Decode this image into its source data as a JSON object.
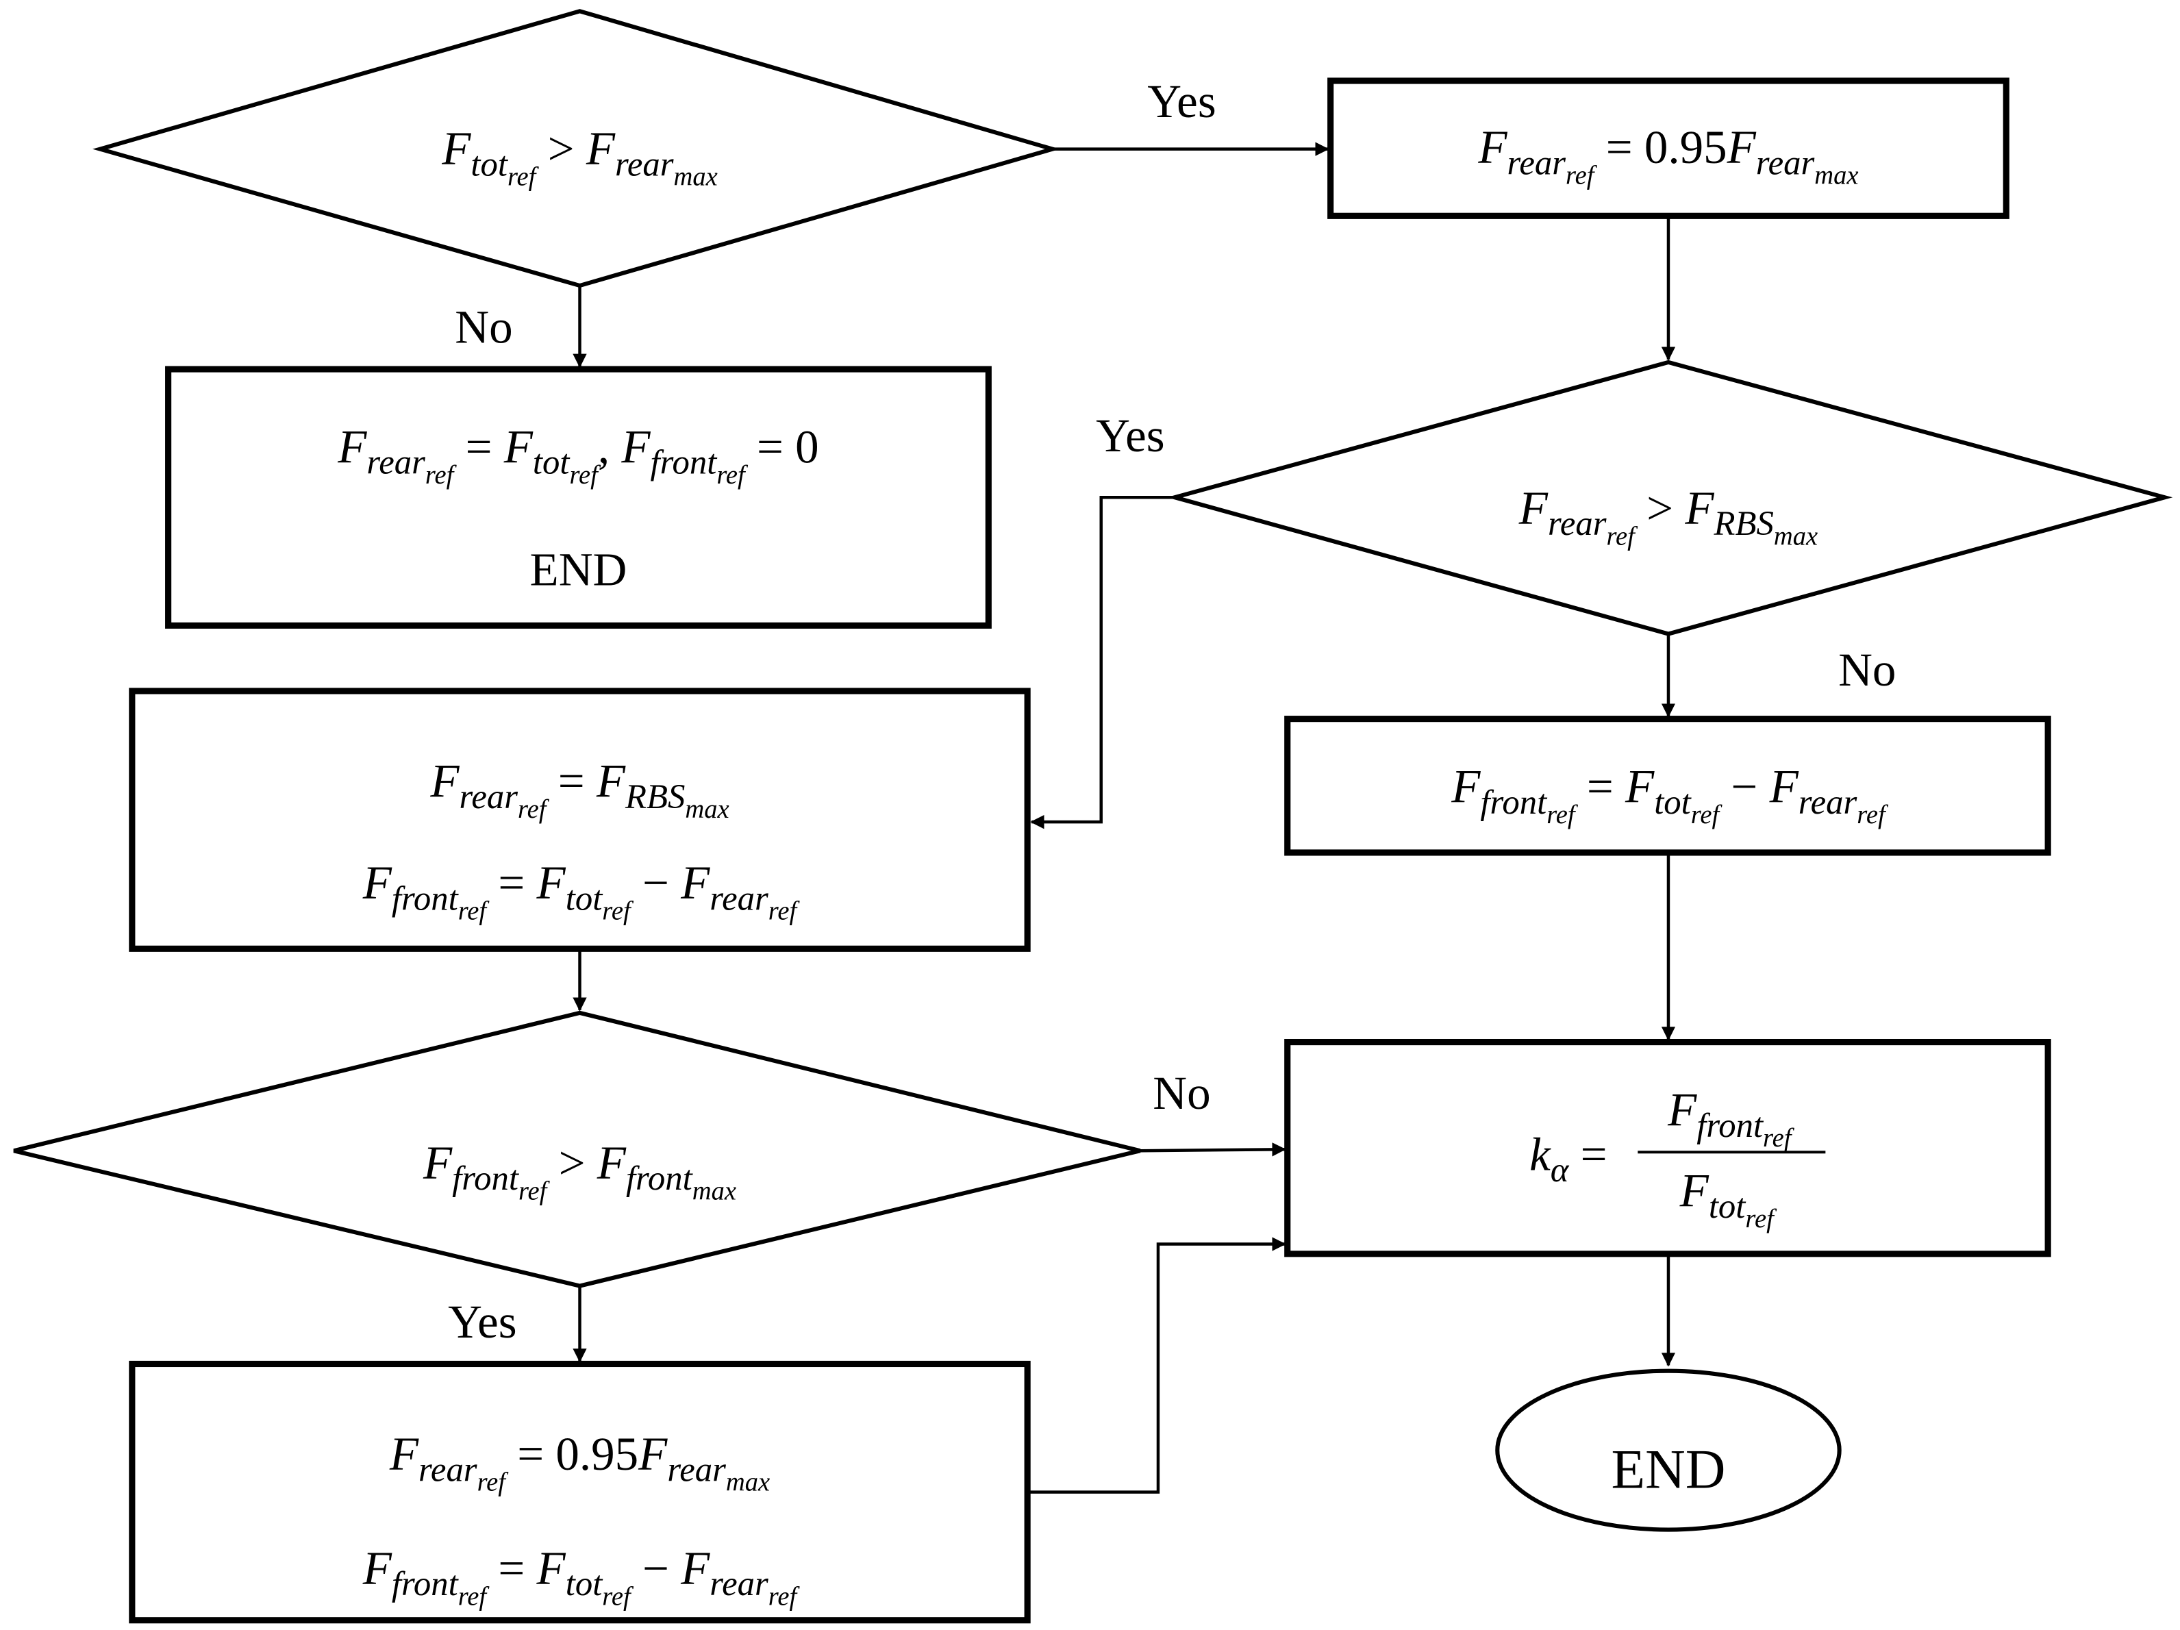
{
  "diagram": {
    "nodes": {
      "d1": {
        "shape": "diamond",
        "lines": [
          [
            {
              "b": "F",
              "s": "tot",
              "ss": "ref"
            },
            {
              "op": " > "
            },
            {
              "b": "F",
              "s": "rear",
              "ss": "max"
            }
          ]
        ]
      },
      "r1": {
        "shape": "box",
        "lines": [
          [
            {
              "b": "F",
              "s": "rear",
              "ss": "ref"
            },
            {
              "op": " = 0.95"
            },
            {
              "b": "F",
              "s": "rear",
              "ss": "max"
            }
          ]
        ]
      },
      "l1": {
        "shape": "box",
        "lines": [
          [
            {
              "b": "F",
              "s": "rear",
              "ss": "ref"
            },
            {
              "op": " = "
            },
            {
              "b": "F",
              "s": "tot",
              "ss": "ref"
            },
            {
              "op": ", "
            },
            {
              "b": "F",
              "s": "front",
              "ss": "ref"
            },
            {
              "op": " = 0"
            }
          ]
        ],
        "end_text": "END"
      },
      "d2": {
        "shape": "diamond",
        "lines": [
          [
            {
              "b": "F",
              "s": "rear",
              "ss": "ref"
            },
            {
              "op": " > "
            },
            {
              "b": "F",
              "s": "RBS",
              "ss": "max"
            }
          ]
        ]
      },
      "l2": {
        "shape": "box",
        "lines": [
          [
            {
              "b": "F",
              "s": "rear",
              "ss": "ref"
            },
            {
              "op": " = "
            },
            {
              "b": "F",
              "s": "RBS",
              "ss": "max"
            }
          ],
          [
            {
              "b": "F",
              "s": "front",
              "ss": "ref"
            },
            {
              "op": " = "
            },
            {
              "b": "F",
              "s": "tot",
              "ss": "ref"
            },
            {
              "op": " − "
            },
            {
              "b": "F",
              "s": "rear",
              "ss": "ref"
            }
          ]
        ]
      },
      "r2": {
        "shape": "box",
        "lines": [
          [
            {
              "b": "F",
              "s": "front",
              "ss": "ref"
            },
            {
              "op": " = "
            },
            {
              "b": "F",
              "s": "tot",
              "ss": "ref"
            },
            {
              "op": " − "
            },
            {
              "b": "F",
              "s": "rear",
              "ss": "ref"
            }
          ]
        ]
      },
      "d3": {
        "shape": "diamond",
        "lines": [
          [
            {
              "b": "F",
              "s": "front",
              "ss": "ref"
            },
            {
              "op": " > "
            },
            {
              "b": "F",
              "s": "front",
              "ss": "max"
            }
          ]
        ]
      },
      "r3": {
        "shape": "box",
        "lhs": [
          {
            "b": "k",
            "s": "α"
          },
          {
            "op": " = "
          }
        ],
        "numerator": [
          {
            "b": "F",
            "s": "front",
            "ss": "ref"
          }
        ],
        "denominator": [
          {
            "b": "F",
            "s": "tot",
            "ss": "ref"
          }
        ]
      },
      "l3": {
        "shape": "box",
        "lines": [
          [
            {
              "b": "F",
              "s": "rear",
              "ss": "ref"
            },
            {
              "op": " = 0.95"
            },
            {
              "b": "F",
              "s": "rear",
              "ss": "max"
            }
          ],
          [
            {
              "b": "F",
              "s": "front",
              "ss": "ref"
            },
            {
              "op": " = "
            },
            {
              "b": "F",
              "s": "tot",
              "ss": "ref"
            },
            {
              "op": " − "
            },
            {
              "b": "F",
              "s": "rear",
              "ss": "ref"
            }
          ]
        ]
      },
      "end": {
        "shape": "ellipse",
        "text": "END"
      }
    },
    "edge_labels": {
      "d1_yes": "Yes",
      "d1_no": "No",
      "d2_yes": "Yes",
      "d2_no": "No",
      "d3_no": "No",
      "d3_yes": "Yes"
    }
  }
}
